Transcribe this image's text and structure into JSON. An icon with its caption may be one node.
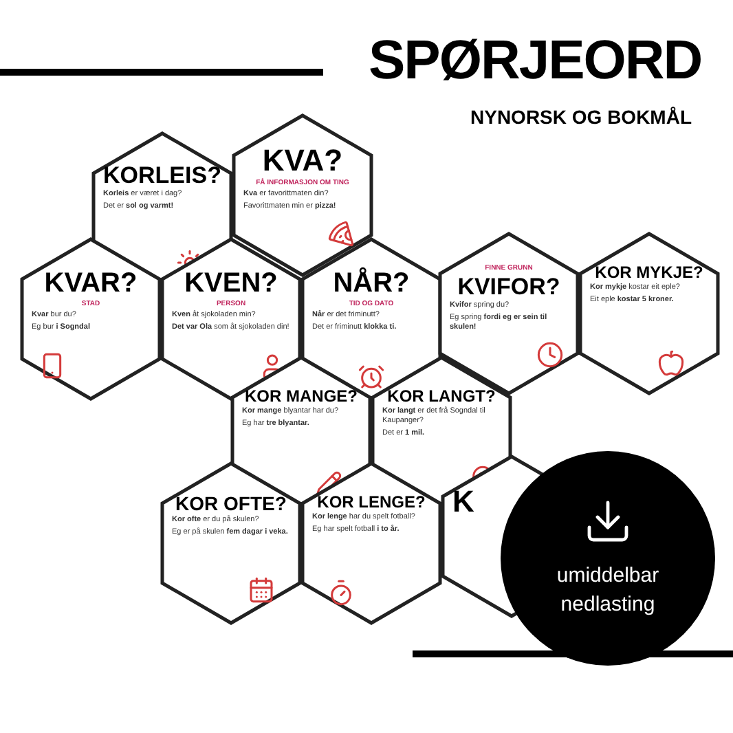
{
  "diagram": {
    "title": "SPØRJEORD",
    "nodes": [
      {
        "text": [
          "KORLEIS?",
          "**Korleis** er været i dag?",
          "Det er **sol og varmt!**"
        ]
      },
      {
        "text": [
          "KVA?",
          "FÅ INFORMASJON OM TING",
          "**Kva** er favorittmaten din?",
          "Favorittmaten min er **pizza!**"
        ]
      },
      {
        "text": [
          "KVAR?",
          "STAD",
          "**Kvar** bur du?",
          "Eg bur **i Sogndal**"
        ]
      },
      {
        "text": [
          "KVEN?",
          "PERSON",
          "**Kven** åt sjokoladen min?",
          "**Det var Ola** som åt sjokoladen din!"
        ]
      },
      {
        "text": [
          "NÅR?",
          "TID OG DATO",
          "**Når** er det friminutt?",
          "Det er friminutt **klokka ti.**"
        ]
      },
      {
        "text": [
          "FINNE GRUNN",
          "KVIFOR?",
          "**Kvifor** spring du?",
          "Eg spring **fordi eg er sein til skulen!**"
        ]
      },
      {
        "text": [
          "KOR MYKJE?",
          "**Kor mykje** kostar eit eple?",
          "Eit eple **kostar 5 kroner.**"
        ]
      },
      {
        "text": [
          "KOR MANGE?",
          "**Kor mange** blyantar har du?",
          "Eg har **tre blyantar.**"
        ]
      },
      {
        "text": [
          "KOR LANGT?",
          "**Kor langt** er det frå Sogndal til Kaupanger?",
          "Det er **1 mil.**"
        ]
      },
      {
        "text": [
          "KOR OFTE?",
          "**Kor ofte** er du på skulen?",
          "Eg er på skulen **fem dagar i veka.**"
        ]
      },
      {
        "text": [
          "KOR LENGE?",
          "**Kor lenge** har du spelt fotball?",
          "Eg har spelt fotball **i to år.**"
        ]
      },
      {
        "text": [
          "K"
        ]
      },
      {
        "text": [
          "umiddelbar nedlasting"
        ]
      }
    ],
    "labels": [
      "NYNORSK OG BOKMÅL"
    ]
  }
}
